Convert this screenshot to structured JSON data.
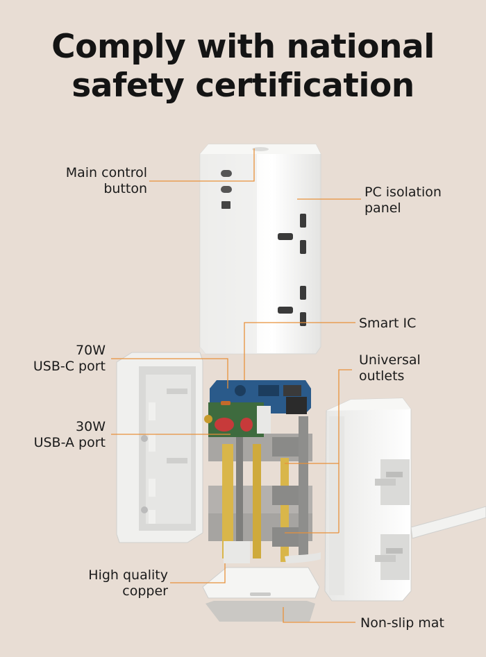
{
  "headline": {
    "line1": "Comply with national",
    "line2": "safety certification"
  },
  "callouts": {
    "main_control_button": {
      "line1": "Main control",
      "line2": "button"
    },
    "pc_isolation_panel": {
      "line1": "PC isolation",
      "line2": "panel"
    },
    "smart_ic": {
      "line1": "Smart IC"
    },
    "usb_c_port": {
      "line1": "70W",
      "line2": "USB-C port"
    },
    "universal_outlets": {
      "line1": "Universal",
      "line2": "outlets"
    },
    "usb_a_port": {
      "line1": "30W",
      "line2": "USB-A port"
    },
    "high_quality_copper": {
      "line1": "High quality",
      "line2": "copper"
    },
    "non_slip_mat": {
      "line1": "Non-slip mat"
    }
  },
  "colors": {
    "background": "#e8ddd4",
    "leader_line": "#e8913a",
    "shell": "#f4f4f2",
    "pcb": "#2a5a8a",
    "copper": "#d9b64a"
  }
}
